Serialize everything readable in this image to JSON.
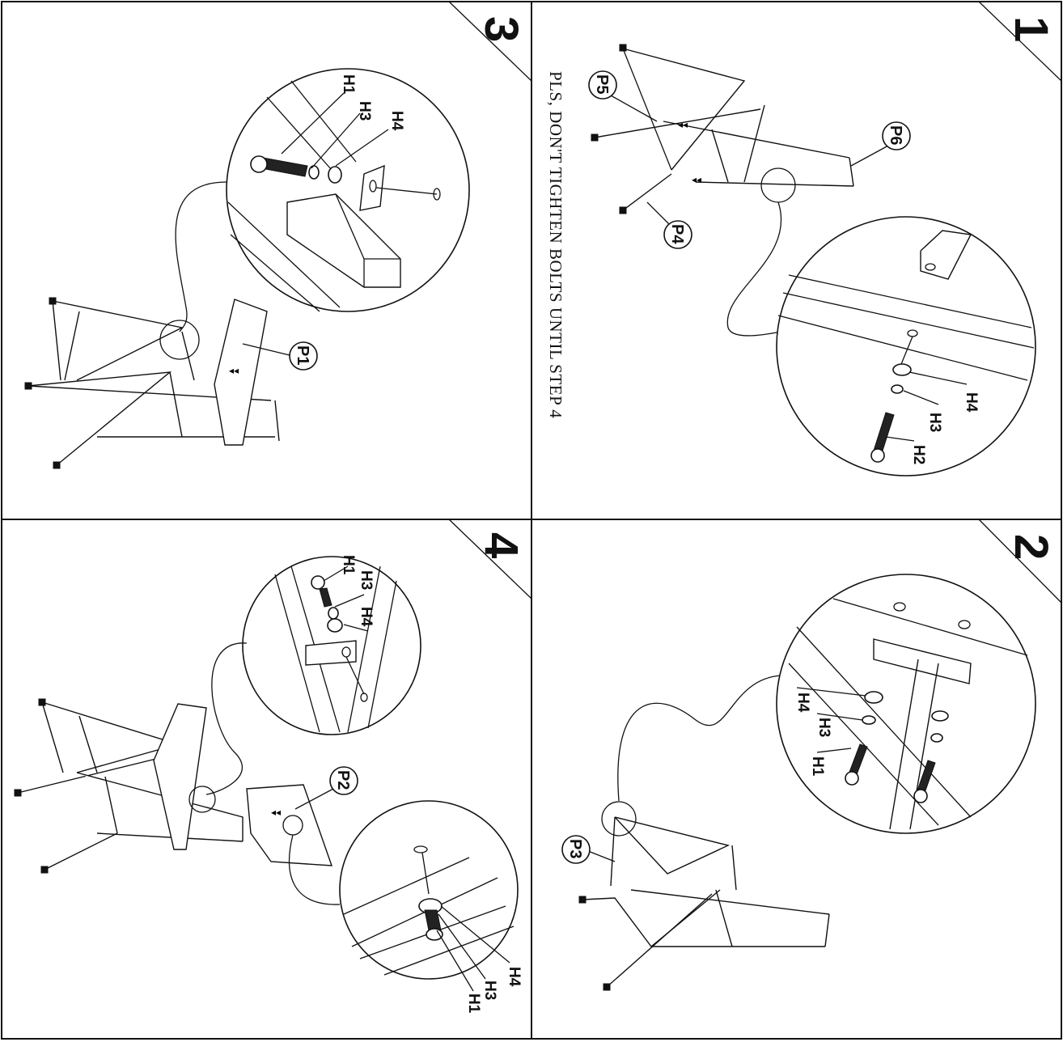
{
  "steps": [
    {
      "number": "1",
      "note": "PLS, DON'T TIGHTEN BOLTS UNTIL STEP 4",
      "parts": [
        "P4",
        "P5",
        "P6"
      ],
      "hardware": [
        "H2",
        "H3",
        "H4"
      ]
    },
    {
      "number": "2",
      "parts": [
        "P3"
      ],
      "hardware": [
        "H1",
        "H3",
        "H4"
      ]
    },
    {
      "number": "3",
      "parts": [
        "P1"
      ],
      "hardware": [
        "H1",
        "H3",
        "H4"
      ]
    },
    {
      "number": "4",
      "parts": [
        "P2"
      ],
      "hardware_top": [
        "H1",
        "H3",
        "H4"
      ],
      "hardware_bottom": [
        "H1",
        "H3",
        "H4"
      ]
    }
  ]
}
